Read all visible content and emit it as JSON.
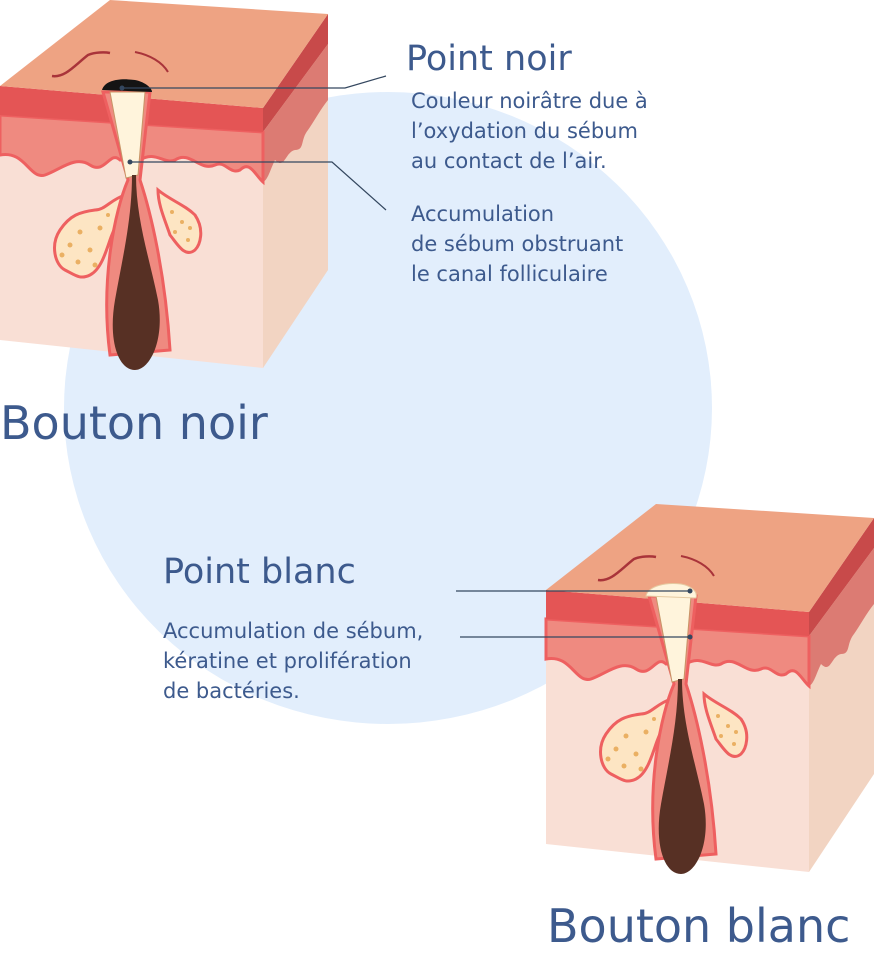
{
  "blackhead": {
    "title": "Bouton noir",
    "point_label": "Point noir",
    "point_desc": [
      "Couleur noirâtre due à",
      "l’oxydation du sébum",
      "au contact de l’air."
    ],
    "sebum_desc": [
      "Accumulation",
      "de sébum obstruant",
      "le canal folliculaire"
    ]
  },
  "whitehead": {
    "title": "Bouton blanc",
    "point_label": "Point blanc",
    "point_desc": [
      "Accumulation de sébum,",
      "kératine et prolifération",
      "de bactéries."
    ]
  },
  "colors": {
    "text": "#3d5a8d",
    "background_blob": "#e2eefc",
    "skin_top": "#eea383",
    "epidermis": "#e45555",
    "dermis": "#ef8a80",
    "hypodermis": "#f9dfd5",
    "hair": "#573024"
  }
}
